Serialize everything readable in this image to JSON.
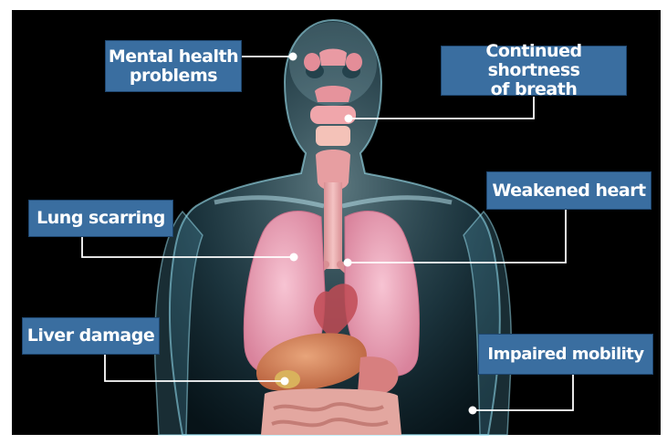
{
  "labels": {
    "mental_line1": "Mental health",
    "mental_line2": "problems",
    "breath_line1": "Continued shortness",
    "breath_line2": "of breath",
    "heart": "Weakened heart",
    "lung": "Lung scarring",
    "liver": "Liver damage",
    "mobility": "Impaired mobility"
  },
  "colors": {
    "background": "#000000",
    "label_fill": "#3a6ea0",
    "leader_line": "#ffffff"
  }
}
